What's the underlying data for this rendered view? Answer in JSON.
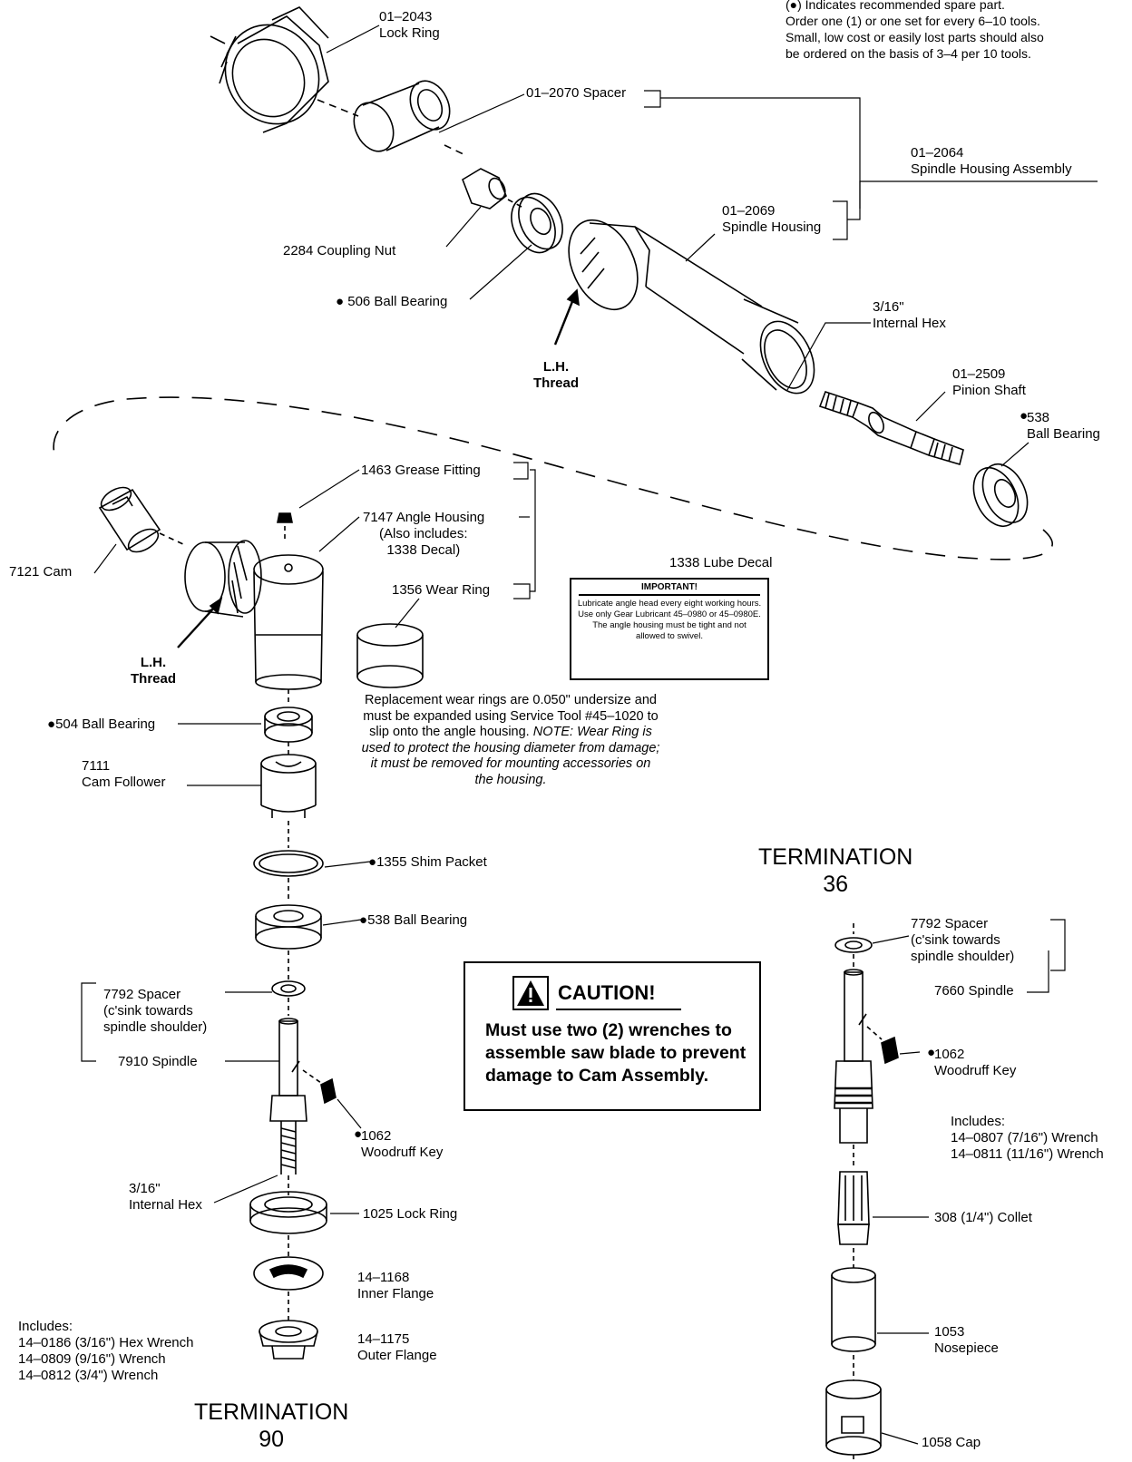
{
  "spare_note": "(●) Indicates recommended spare part.\nOrder one (1) or one set for every 6–10 tools.\nSmall, low cost or easily lost parts should also\nbe ordered on the basis of 3–4 per 10 tools.",
  "labels": {
    "lock_ring_top": "01–2043\nLock Ring",
    "spacer_2070": "01–2070 Spacer",
    "spindle_housing_assy": "01–2064\nSpindle Housing Assembly",
    "spindle_housing": "01–2069\nSpindle Housing",
    "coupling_nut": "2284 Coupling Nut",
    "ball_bearing_506": "506 Ball Bearing",
    "lh_thread_top": "L.H.\nThread",
    "internal_hex_top": "3/16\"\nInternal Hex",
    "pinion_shaft": "01–2509\nPinion Shaft",
    "ball_bearing_538_top": "538\nBall Bearing",
    "grease_fitting": "1463 Grease Fitting",
    "angle_housing": "7147 Angle Housing",
    "angle_housing_note": "(Also includes:\n1338 Decal)",
    "cam": "7121 Cam",
    "wear_ring": "1356 Wear Ring",
    "lube_decal": "1338 Lube Decal",
    "lh_thread_left": "L.H.\nThread",
    "ball_bearing_504": "504 Ball Bearing",
    "cam_follower": "7111\nCam Follower",
    "shim_packet": "1355 Shim Packet",
    "ball_bearing_538_mid": "538 Ball Bearing",
    "spacer_7792_left": "7792 Spacer\n(c'sink towards\nspindle shoulder)",
    "spindle_7910": "7910 Spindle",
    "woodruff_left": "1062\nWoodruff Key",
    "internal_hex_left": "3/16\"\nInternal Hex",
    "lock_ring_1025": "1025 Lock Ring",
    "inner_flange": "14–1168\nInner Flange",
    "outer_flange": "14–1175\nOuter Flange",
    "includes_left": "Includes:\n14–0186 (3/16\") Hex Wrench\n14–0809 (9/16\") Wrench\n14–0812 (3/4\") Wrench",
    "spacer_7792_right": "7792 Spacer\n(c'sink towards\nspindle shoulder)",
    "spindle_7660": "7660 Spindle",
    "woodruff_right": "1062\nWoodruff Key",
    "includes_right": "Includes:\n14–0807 (7/16\") Wrench\n14–0811 (11/16\") Wrench",
    "collet": "308 (1/4\") Collet",
    "nosepiece": "1053\nNosepiece",
    "cap": "1058 Cap"
  },
  "wear_ring_note": "Replacement wear rings are 0.050\" undersize and must be expanded using Service Tool #45–1020 to slip onto the angle housing.",
  "wear_ring_note_italic": "NOTE: Wear Ring is used to protect the housing diameter from damage; it must be removed for mounting accessories on the housing.",
  "decal": {
    "heading": "IMPORTANT!",
    "text": "Lubricate angle head every eight working hours. Use only Gear Lubricant 45–0980 or 45–0980E. The angle housing must be tight and not allowed to swivel."
  },
  "caution": {
    "title": "CAUTION!",
    "body": "Must use two (2) wrenches to assemble saw blade to prevent damage to Cam Assembly."
  },
  "terminations": {
    "t36": "TERMINATION\n36",
    "t90": "TERMINATION\n90"
  }
}
